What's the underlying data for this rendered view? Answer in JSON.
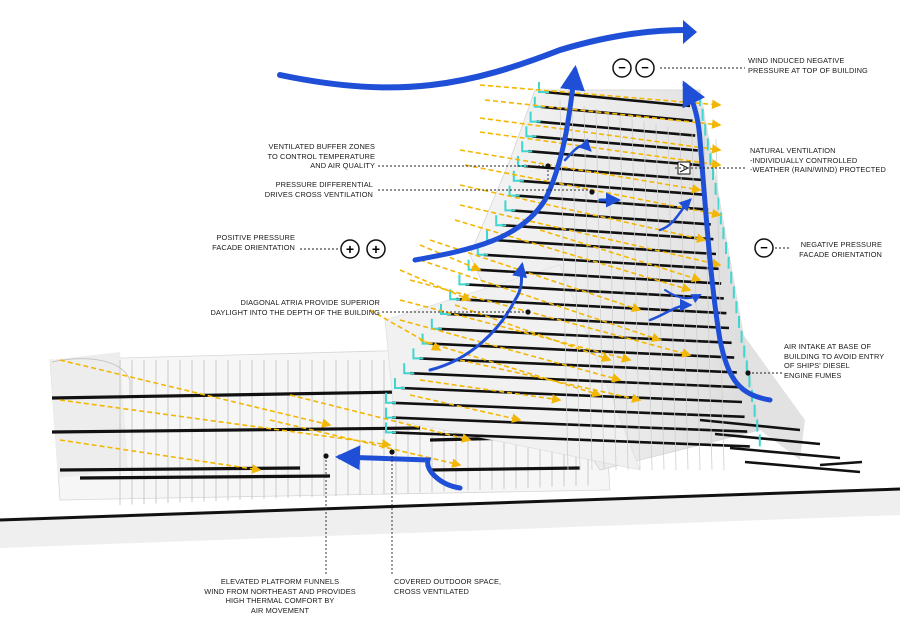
{
  "annotations": {
    "wind_negative_top": "WIND INDUCED NEGATIVE\nPRESSURE AT TOP OF BUILDING",
    "ventilated_buffer": "VENTILATED BUFFER ZONES\nTO CONTROL TEMPERATURE\nAND AIR QUALITY",
    "natural_ventilation": "NATURAL VENTILATION\n-INDIVIDUALLY CONTROLLED\n-WEATHER (RAIN/WIND) PROTECTED",
    "pressure_differential": "PRESSURE DIFFERENTIAL\nDRIVES CROSS VENTILATION",
    "positive_pressure": "POSITIVE PRESSURE\nFACADE ORIENTATION",
    "negative_pressure": "NEGATIVE PRESSURE\nFACADE ORIENTATION",
    "diagonal_atria": "DIAGONAL ATRIA PROVIDE SUPERIOR\nDAYLIGHT INTO THE DEPTH OF THE BUILDING",
    "air_intake": "AIR INTAKE AT BASE OF\nBUILDING TO AVOID ENTRY\nOF SHIPS' DIESEL\nENGINE FUMES",
    "elevated_platform": "ELEVATED PLATFORM FUNNELS\nWIND FROM NORTHEAST AND PROVIDES\nHIGH THERMAL COMFORT BY\nAIR MOVEMENT",
    "covered_outdoor": "COVERED OUTDOOR SPACE,\nCROSS VENTILATED"
  },
  "symbols": {
    "plus": "+",
    "minus": "−"
  },
  "colors": {
    "wind_arrow": "#1f4fd6",
    "sun_ray": "#f2b705",
    "floor_slab": "#111111",
    "glass_edge": "#3fd6d0",
    "leader_line": "#222222"
  },
  "icons": {
    "plus_symbol": "plus-circle-icon",
    "minus_symbol": "minus-circle-icon",
    "vent_flap": "vent-flap-icon"
  }
}
